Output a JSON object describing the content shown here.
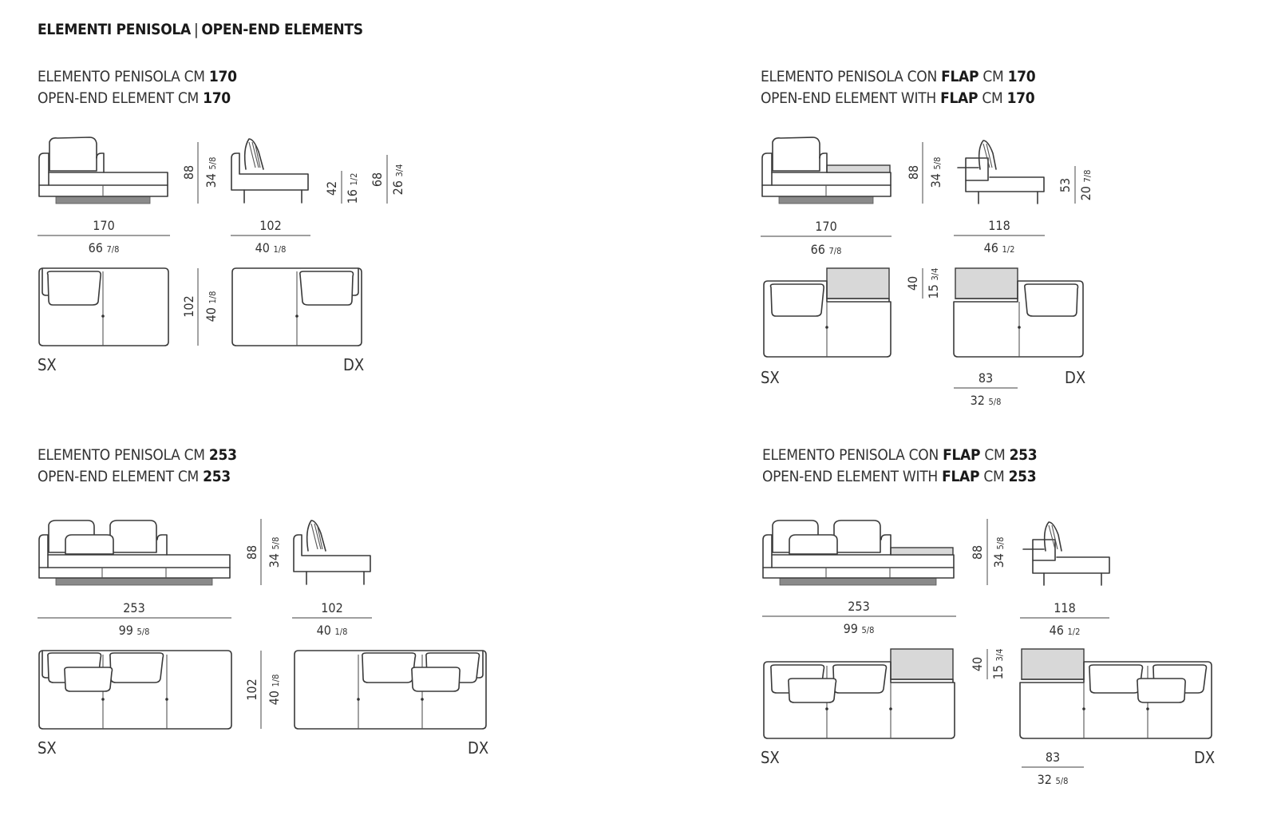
{
  "page_title": {
    "it": "ELEMENTI PENISOLA",
    "sep": "|",
    "en": "OPEN-END ELEMENTS"
  },
  "sections": [
    {
      "id": "s1",
      "it_prefix": "ELEMENTO PENISOLA CM ",
      "it_bold": "170",
      "en_prefix": "OPEN-END ELEMENT CM ",
      "en_bold": "170",
      "dims": {
        "height_cm": "88",
        "height_in": "34",
        "height_in_frac": "5/8",
        "seat_cm": "42",
        "seat_in": "16",
        "seat_in_frac": "1/2",
        "arm_cm": "68",
        "arm_in": "26",
        "arm_in_frac": "3/4",
        "width_cm": "170",
        "width_in": "66",
        "width_in_frac": "7/8",
        "side_w_cm": "102",
        "side_w_in": "40",
        "side_w_in_frac": "1/8",
        "depth_cm": "102",
        "depth_in": "40",
        "depth_in_frac": "1/8"
      },
      "left_label": "SX",
      "right_label": "DX"
    },
    {
      "id": "s2",
      "it_prefix": "ELEMENTO PENISOLA CON ",
      "it_flap": "FLAP",
      "it_mid": " CM ",
      "it_bold": "170",
      "en_prefix": "OPEN-END ELEMENT WITH ",
      "en_flap": "FLAP",
      "en_mid": " CM ",
      "en_bold": "170",
      "dims": {
        "height_cm": "88",
        "height_in": "34",
        "height_in_frac": "5/8",
        "flap_h_cm": "53",
        "flap_h_in": "20",
        "flap_h_in_frac": "7/8",
        "width_cm": "170",
        "width_in": "66",
        "width_in_frac": "7/8",
        "side_w_cm": "118",
        "side_w_in": "46",
        "side_w_in_frac": "1/2",
        "flap_d_cm": "40",
        "flap_d_in": "15",
        "flap_d_in_frac": "3/4",
        "flap_w_cm": "83",
        "flap_w_in": "32",
        "flap_w_in_frac": "5/8"
      },
      "left_label": "SX",
      "right_label": "DX"
    },
    {
      "id": "s3",
      "it_prefix": "ELEMENTO PENISOLA CM ",
      "it_bold": "253",
      "en_prefix": "OPEN-END ELEMENT CM ",
      "en_bold": "253",
      "dims": {
        "height_cm": "88",
        "height_in": "34",
        "height_in_frac": "5/8",
        "width_cm": "253",
        "width_in": "99",
        "width_in_frac": "5/8",
        "side_w_cm": "102",
        "side_w_in": "40",
        "side_w_in_frac": "1/8",
        "depth_cm": "102",
        "depth_in": "40",
        "depth_in_frac": "1/8"
      },
      "left_label": "SX",
      "right_label": "DX"
    },
    {
      "id": "s4",
      "it_prefix": "ELEMENTO PENISOLA CON ",
      "it_flap": "FLAP",
      "it_mid": " CM ",
      "it_bold": "253",
      "en_prefix": "OPEN-END ELEMENT WITH ",
      "en_flap": "FLAP",
      "en_mid": " CM ",
      "en_bold": "253",
      "dims": {
        "height_cm": "88",
        "height_in": "34",
        "height_in_frac": "5/8",
        "width_cm": "253",
        "width_in": "99",
        "width_in_frac": "5/8",
        "side_w_cm": "118",
        "side_w_in": "46",
        "side_w_in_frac": "1/2",
        "flap_d_cm": "40",
        "flap_d_in": "15",
        "flap_d_in_frac": "3/4",
        "flap_w_cm": "83",
        "flap_w_in": "32",
        "flap_w_in_frac": "5/8"
      },
      "left_label": "SX",
      "right_label": "DX"
    }
  ]
}
